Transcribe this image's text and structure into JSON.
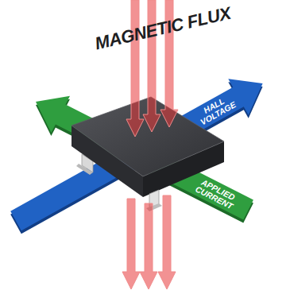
{
  "diagram": {
    "nodes": [
      {
        "text": [
          "HALL VOLTAGE"
        ]
      },
      {
        "text": [
          "APPLIED CURRENT"
        ]
      }
    ],
    "labels": [
      "MAGNETIC FLUX"
    ]
  }
}
